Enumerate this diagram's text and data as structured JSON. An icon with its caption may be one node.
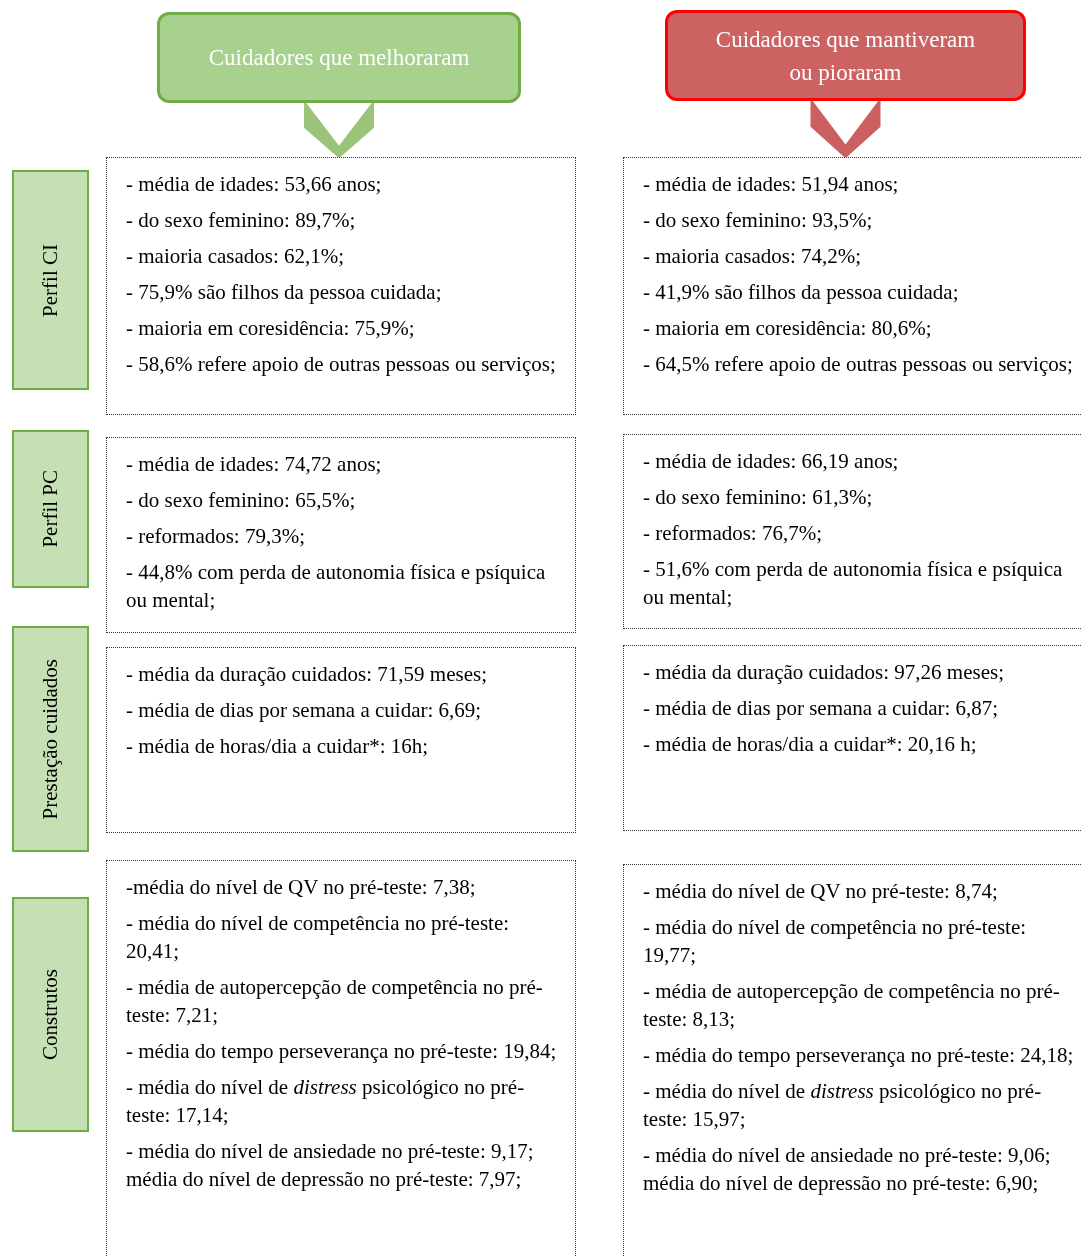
{
  "diagram": {
    "nodes": [
      {
        "text": [
          "Cuidadores que melhoraram"
        ]
      },
      {
        "text": [
          "Cuidadores que mantiveram ou pioraram"
        ]
      },
      {
        "text": [
          "Perfil CI"
        ]
      },
      {
        "text": [
          "- média de idades: 53,66 anos;",
          "- do sexo feminino: 89,7%;",
          "- maioria casados: 62,1%;",
          "- 75,9% são filhos da pessoa cuidada;",
          "- maioria em coresidência: 75,9%;",
          "- 58,6% refere apoio de outras pessoas ou serviços;"
        ]
      },
      {
        "text": [
          "- média de idades: 51,94 anos;",
          "- do sexo feminino: 93,5%;",
          "- maioria casados: 74,2%;",
          "- 41,9% são filhos da pessoa cuidada;",
          "- maioria em coresidência: 80,6%;",
          "- 64,5% refere apoio de outras pessoas ou serviços;"
        ]
      },
      {
        "text": [
          "Perfil PC"
        ]
      },
      {
        "text": [
          "- média de idades: 74,72 anos;",
          "- do sexo feminino: 65,5%;",
          "- reformados: 79,3%;",
          "- 44,8% com perda de autonomia física e psíquica ou mental;"
        ]
      },
      {
        "text": [
          "- média de idades: 66,19 anos;",
          "- do sexo feminino: 61,3%;",
          "- reformados: 76,7%;",
          "- 51,6% com perda de autonomia física e psíquica ou mental;"
        ]
      },
      {
        "text": [
          "Prestação cuidados"
        ]
      },
      {
        "text": [
          "- média da duração cuidados: 71,59 meses;",
          "- média de dias por semana a cuidar: 6,69;",
          "- média de horas/dia a cuidar*: 16h;"
        ]
      },
      {
        "text": [
          "- média da duração cuidados: 97,26 meses;",
          "- média de dias por semana a cuidar: 6,87;",
          "- média de horas/dia a cuidar*: 20,16 h;"
        ]
      },
      {
        "text": [
          "Construtos"
        ]
      },
      {
        "text": [
          "-média do nível de QV no pré-teste: 7,38;",
          "- média do nível de competência no pré-teste: 20,41;",
          "- média de autopercepção de competência no pré-teste: 7,21;",
          "- média do tempo perseverança no pré-teste: 19,84;",
          "- média do nível de *distress* psicológico no pré-teste: 17,14;",
          "- média do nível de ansiedade no pré-teste: 9,17; média do nível de depressão no pré-teste: 7,97;"
        ]
      },
      {
        "text": [
          "- média do nível de QV no pré-teste: 8,74;",
          "- média do nível de competência no pré-teste: 19,77;",
          "- média de autopercepção de competência no pré-teste: 8,13;",
          "- média do tempo perseverança no pré-teste: 24,18;",
          "- média do nível de *distress* psicológico no pré-teste: 15,97;",
          "- média do nível de ansiedade no pré-teste: 9,06; média do nível de depressão no pré-teste: 6,90;"
        ]
      }
    ],
    "edges": [
      {
        "from": 0,
        "to": 3,
        "arrow": "to",
        "color": "#9bc47a"
      },
      {
        "from": 1,
        "to": 4,
        "arrow": "to",
        "color": "#cc6060"
      }
    ]
  }
}
